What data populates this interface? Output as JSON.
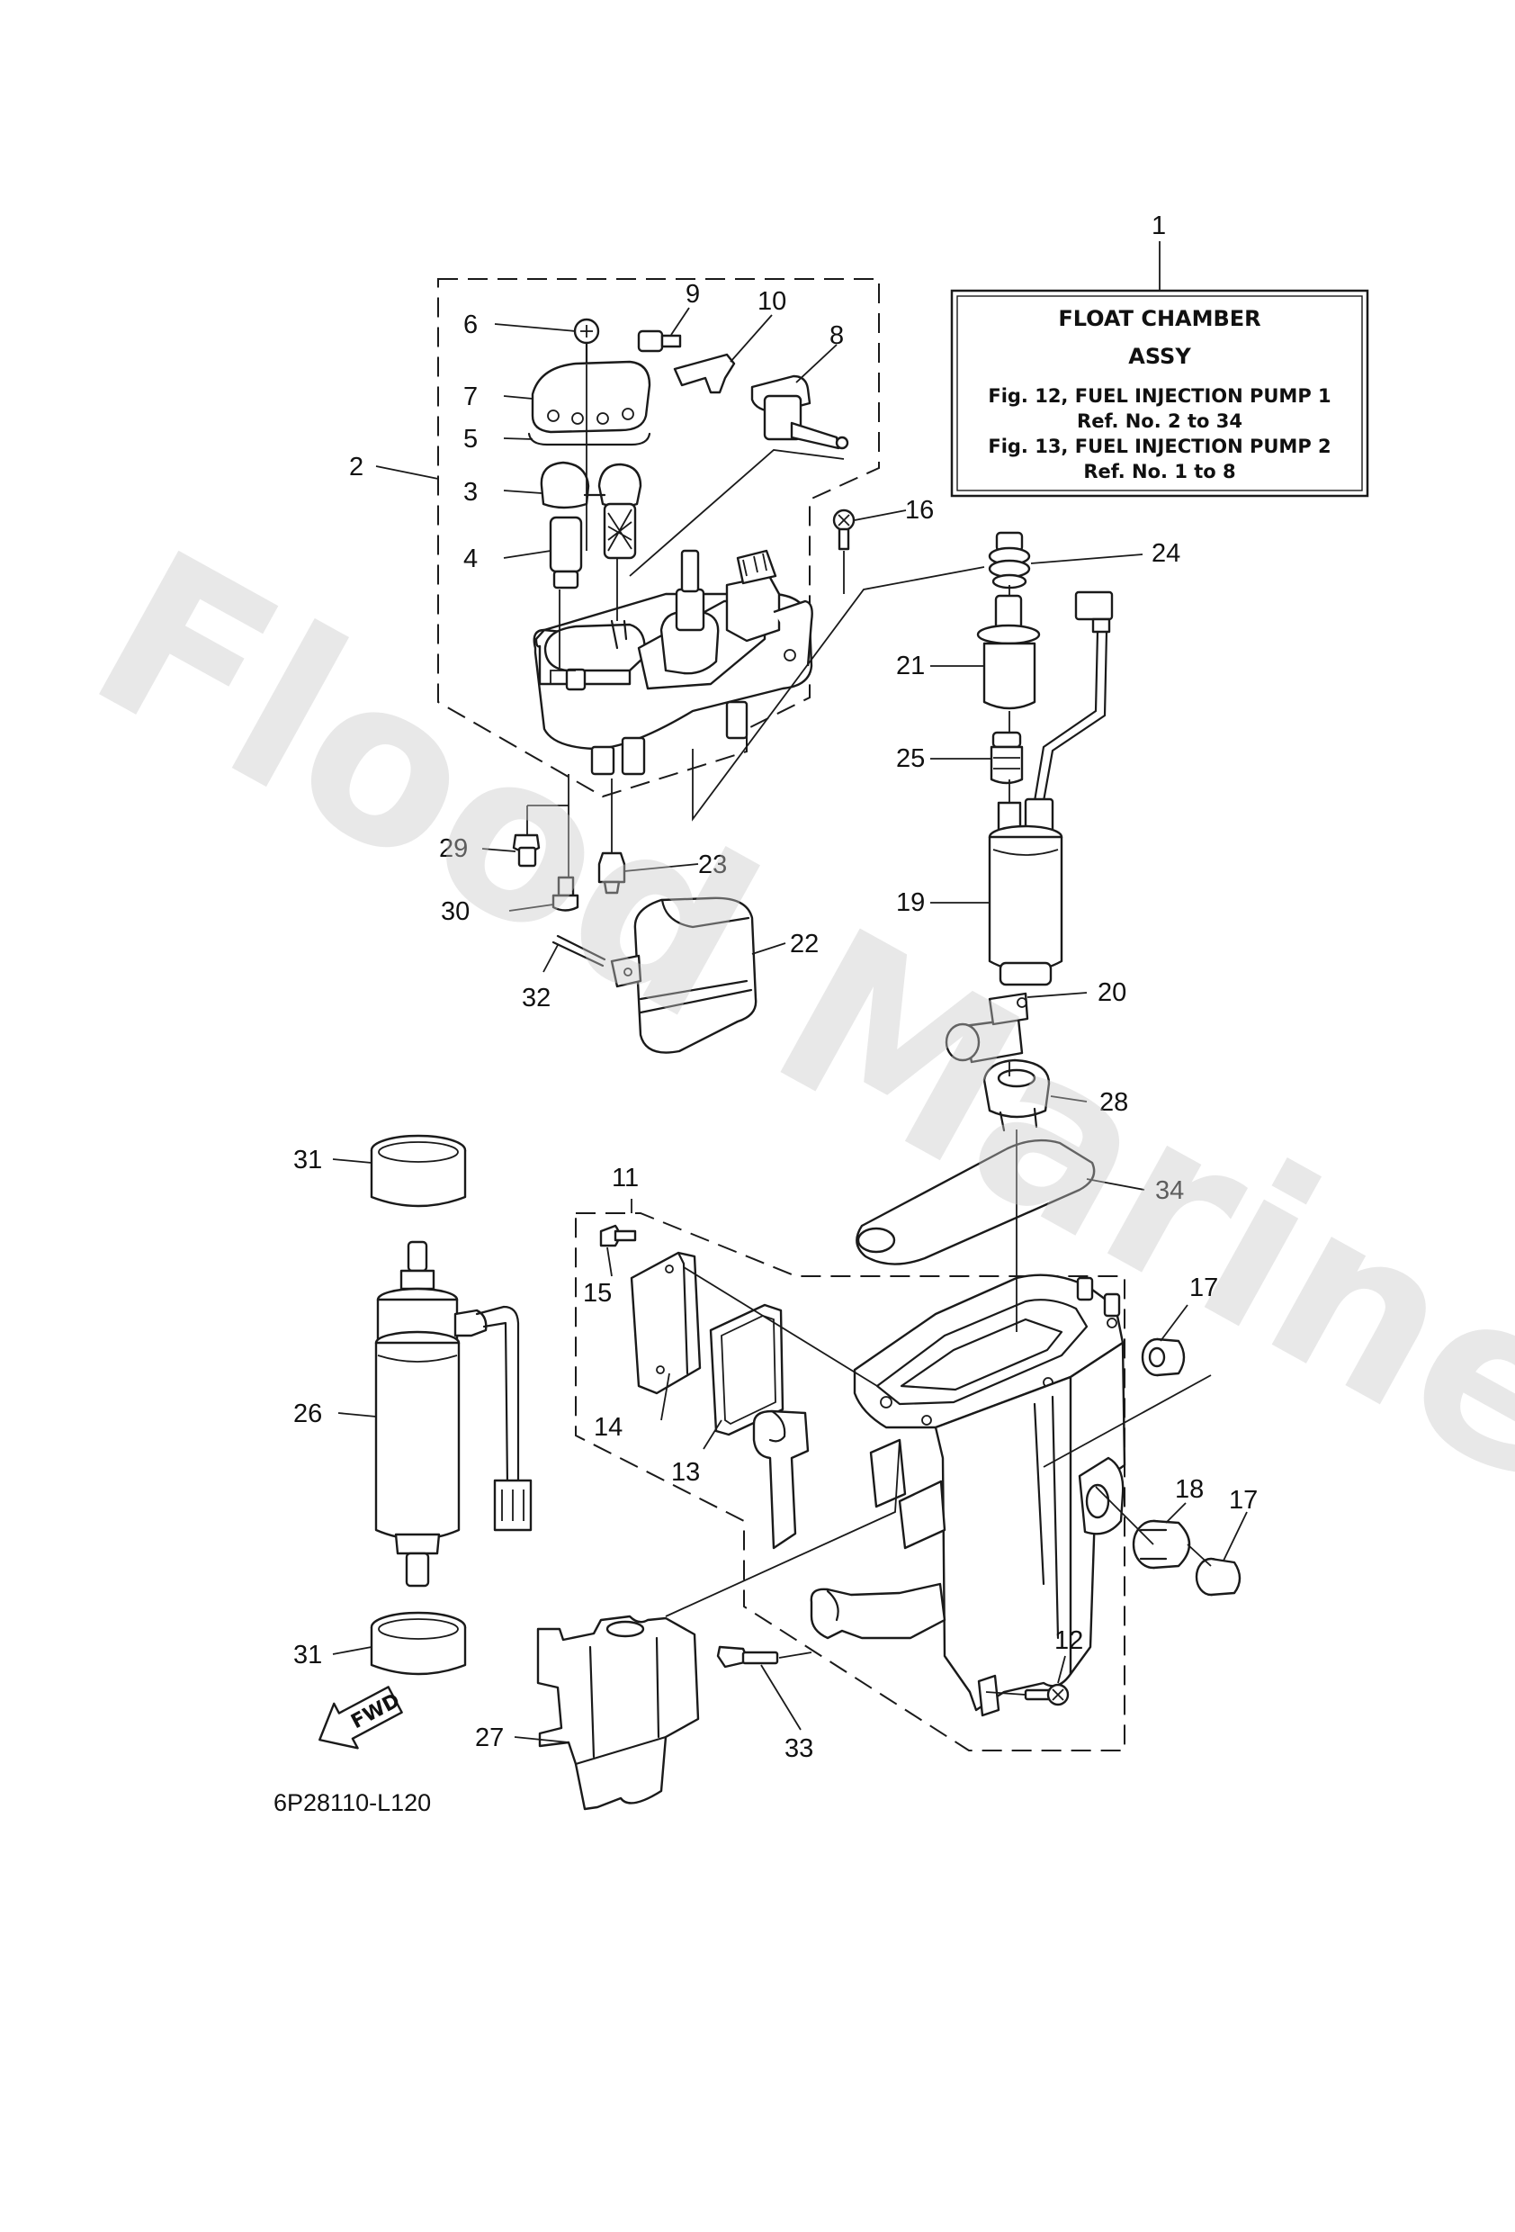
{
  "diagram": {
    "code": "6P28110-L120",
    "watermark": "Flood Marine Services",
    "fwd_label": "FWD",
    "assy_box": {
      "ref": "1",
      "title": "FLOAT CHAMBER",
      "subtitle": "ASSY",
      "lines": [
        "Fig. 12, FUEL INJECTION PUMP 1",
        "Ref. No. 2 to 34",
        "Fig. 13, FUEL INJECTION PUMP 2",
        "Ref. No. 1 to 8"
      ]
    },
    "callouts": [
      {
        "id": "c2",
        "label": "2"
      },
      {
        "id": "c3",
        "label": "3"
      },
      {
        "id": "c4",
        "label": "4"
      },
      {
        "id": "c5",
        "label": "5"
      },
      {
        "id": "c6",
        "label": "6"
      },
      {
        "id": "c7",
        "label": "7"
      },
      {
        "id": "c8",
        "label": "8"
      },
      {
        "id": "c9",
        "label": "9"
      },
      {
        "id": "c10",
        "label": "10"
      },
      {
        "id": "c11",
        "label": "11"
      },
      {
        "id": "c12",
        "label": "12"
      },
      {
        "id": "c13",
        "label": "13"
      },
      {
        "id": "c14",
        "label": "14"
      },
      {
        "id": "c15",
        "label": "15"
      },
      {
        "id": "c16",
        "label": "16"
      },
      {
        "id": "c17a",
        "label": "17"
      },
      {
        "id": "c17b",
        "label": "17"
      },
      {
        "id": "c18",
        "label": "18"
      },
      {
        "id": "c19",
        "label": "19"
      },
      {
        "id": "c20",
        "label": "20"
      },
      {
        "id": "c21",
        "label": "21"
      },
      {
        "id": "c22",
        "label": "22"
      },
      {
        "id": "c23",
        "label": "23"
      },
      {
        "id": "c24",
        "label": "24"
      },
      {
        "id": "c25",
        "label": "25"
      },
      {
        "id": "c26",
        "label": "26"
      },
      {
        "id": "c27",
        "label": "27"
      },
      {
        "id": "c28",
        "label": "28"
      },
      {
        "id": "c29",
        "label": "29"
      },
      {
        "id": "c30",
        "label": "30"
      },
      {
        "id": "c31a",
        "label": "31"
      },
      {
        "id": "c31b",
        "label": "31"
      },
      {
        "id": "c32",
        "label": "32"
      },
      {
        "id": "c33",
        "label": "33"
      },
      {
        "id": "c34",
        "label": "34"
      }
    ]
  }
}
